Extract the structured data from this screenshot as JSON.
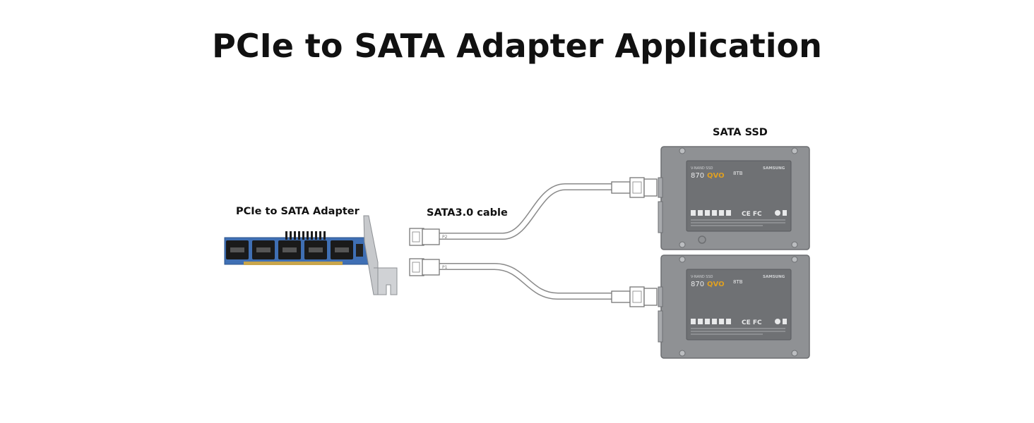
{
  "title": "PCIe to SATA Adapter Application",
  "labels": {
    "adapter": "PCIe to SATA Adapter",
    "cable": "SATA3.0 cable",
    "ssd": "SATA SSD"
  },
  "ssd": {
    "model_prefix": "870",
    "model_suffix": "QVO",
    "capacity": "8TB",
    "brand": "SAMSUNG",
    "header": "V-NAND SSD",
    "cert_marks": "CE FC"
  },
  "cable_connector_marks": [
    "P2",
    "P1"
  ],
  "colors": {
    "pcb": "#3f6fb4",
    "port": "#1a1a1a",
    "ssd_body": "#8f9194",
    "ssd_label": "#6f7174",
    "ssd_accent": "#e0a020",
    "cable": "#9a9a9a"
  }
}
